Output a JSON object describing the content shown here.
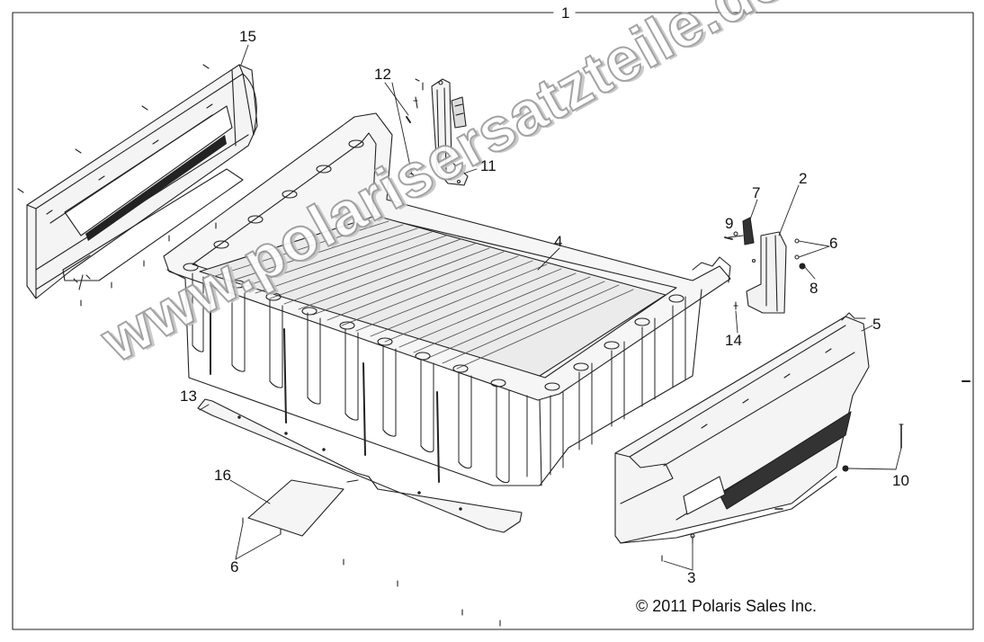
{
  "diagram": {
    "assembly_callout": "1",
    "callouts": [
      {
        "id": "c2",
        "label": "2"
      },
      {
        "id": "c3",
        "label": "3"
      },
      {
        "id": "c4",
        "label": "4"
      },
      {
        "id": "c5",
        "label": "5"
      },
      {
        "id": "c6a",
        "label": "6"
      },
      {
        "id": "c6b",
        "label": "6"
      },
      {
        "id": "c7",
        "label": "7"
      },
      {
        "id": "c8",
        "label": "8"
      },
      {
        "id": "c9",
        "label": "9"
      },
      {
        "id": "c10",
        "label": "10"
      },
      {
        "id": "c11",
        "label": "11"
      },
      {
        "id": "c12",
        "label": "12"
      },
      {
        "id": "c13",
        "label": "13"
      },
      {
        "id": "c14",
        "label": "14"
      },
      {
        "id": "c15",
        "label": "15"
      },
      {
        "id": "c16",
        "label": "16"
      }
    ],
    "copyright": "© 2011 Polaris Sales Inc.",
    "watermark": "www.polarisersatzteile.de"
  }
}
